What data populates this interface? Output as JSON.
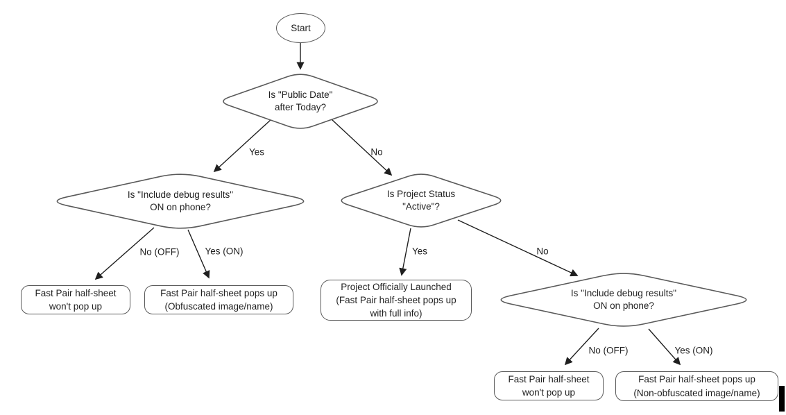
{
  "flowchart": {
    "nodes": {
      "start": "Start",
      "public_date": "Is \"Public Date\"\nafter Today?",
      "debug_left": "Is \"Include debug results\"\nON on phone?",
      "project_status": "Is Project Status\n\"Active\"?",
      "debug_right": "Is \"Include debug results\"\nON on phone?",
      "no_popup_left": "Fast Pair half-sheet\nwon't pop up",
      "popup_obfuscated": "Fast Pair half-sheet pops up\n(Obfuscated image/name)",
      "launched": "Project Officially Launched\n(Fast Pair half-sheet pops up\nwith full info)",
      "no_popup_right": "Fast Pair half-sheet\nwon't pop up",
      "popup_nonobfuscated": "Fast Pair half-sheet pops up\n(Non-obfuscated image/name)"
    },
    "edge_labels": {
      "public_date_yes": "Yes",
      "public_date_no": "No",
      "debug_left_no": "No (OFF)",
      "debug_left_yes": "Yes (ON)",
      "project_status_yes": "Yes",
      "project_status_no": "No",
      "debug_right_no": "No (OFF)",
      "debug_right_yes": "Yes (ON)"
    },
    "colors": {
      "shape_border": "#5a5a5a",
      "connector": "#1f1f1f",
      "text": "#1f1f1f",
      "background": "#ffffff",
      "cursor_bar": "#000000"
    }
  }
}
